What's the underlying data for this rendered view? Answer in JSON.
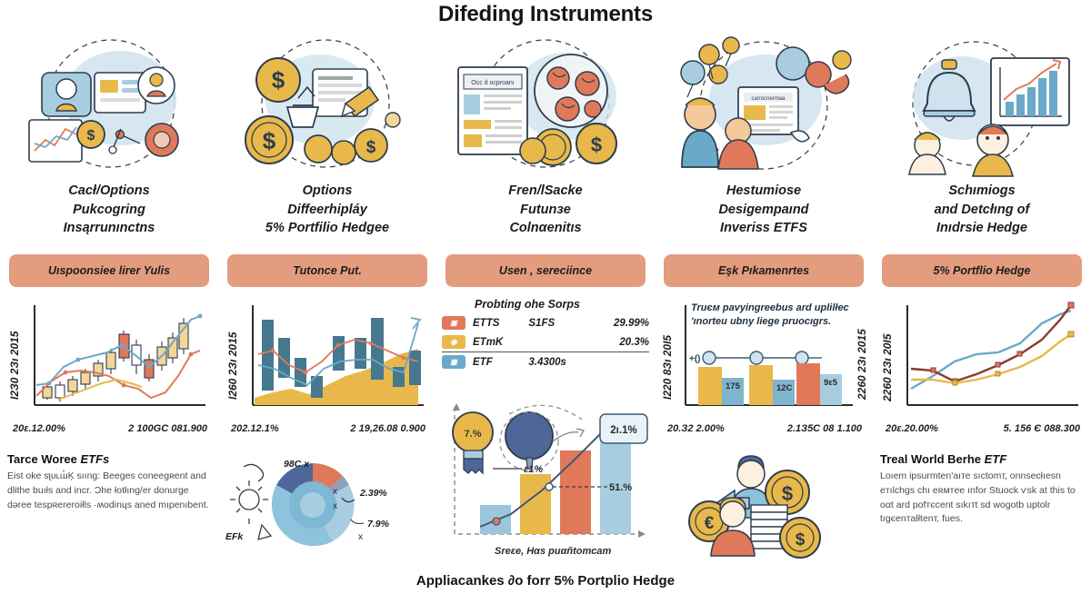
{
  "title": "Difeding Instruments",
  "footer": "Appliacankes ∂o forr 5% Portplio Hedge",
  "theme": {
    "badge_bg": "#e49c7e",
    "blue": "#6aa9c9",
    "dark_blue": "#4f6699",
    "yellow": "#e9b84a",
    "orange": "#e0795a",
    "light_blue": "#a8cde0",
    "brown": "#8a3a2a",
    "ink": "#1d1d1d"
  },
  "columns": [
    {
      "id": "col-1",
      "illustration": "people-charts-coins-illustration",
      "heading": "Cacł/Options\nPukcogring\nInsąrrunınctns",
      "badge": "Uıspoonsiee lirer Yulis",
      "chart_kind": "candlestick",
      "y_axis": "I2З0 2Зı 2015",
      "x_ticks": [
        "20ε.12.00%",
        "2 100GC 081.900"
      ],
      "lower_heading": "Tarce Woree ",
      "lower_heading_em": "ETFs",
      "lower_body": "Eist oke ѕʅᴜʟɯ̊Ķ ѕııng:  Beeges coneegʀent and dlithe buıłs and incr. Ɔhe łotłıng/er donurɡe dəree tespʀereroiłls ·ʍodinɥs aned mıpenıbent."
    },
    {
      "id": "col-2",
      "illustration": "dollar-coins-document-illustration",
      "heading": "Options\nDiffeerhipláy\n5% Portfilio Hedgee",
      "badge": "Tutoncе Put.",
      "chart_kind": "bar-area",
      "y_axis": "I260 2Зı 2015",
      "x_ticks": [
        "202.12.1%",
        "2 19,26.08 0.900"
      ],
      "lower_kind": "donut",
      "donut_labels": [
        "98C x",
        "2.39%",
        "7.9%",
        "EFk"
      ]
    },
    {
      "id": "col-3",
      "illustration": "newspaper-coins-globe-illustration",
      "heading": "Fren/lSacke\nFutunзe\nColnαenitıs",
      "badge": "Usen , sereciince",
      "chart_kind": "table",
      "table": {
        "title": "Probting ohe Sorps",
        "rows": [
          {
            "icon": "chart-icon",
            "icon_color": "#e0795a",
            "c1": "ETTS",
            "c2": "S1FS",
            "c3": "29.99%"
          },
          {
            "icon": "coin-icon",
            "icon_color": "#e9b84a",
            "c1": "ETтK",
            "c2": "",
            "c3": "20.3%"
          },
          {
            "icon": "bars-icon",
            "icon_color": "#6aa9c9",
            "c1": "ETF",
            "c2": "3.4300s",
            "c3": ""
          }
        ]
      },
      "lower_kind": "growth-bars",
      "growth_labels": [
        "7.%",
        "ε1%",
        "2ı.1%",
        "51.%"
      ],
      "growth_caption": "Sreεе, Hαs puαñtomcam"
    },
    {
      "id": "col-4",
      "illustration": "analyst-balloons-newspaper-illustration",
      "heading": "Hestumiose\nDesigempaınd\nInveriss ETFS",
      "badge": "Eşk Pıkamenrtes",
      "chart_kind": "grouped-bars",
      "y_axis": "I220 8Зı 20I5",
      "x_ticks": [
        "20.З2 2.00%",
        "2.1З5С 08 1.100"
      ],
      "chart_note": "Truєм pavyingreebus ard uplilłec 'ınorteu ubny liege pruocıgrs.",
      "bar_labels": [
        "175",
        "12C",
        "9ε5"
      ],
      "lower_kind": "people-coins-illustration"
    },
    {
      "id": "col-5",
      "illustration": "bell-line-chart-people-illustration",
      "heading": "Schımiogs\nand Detcłıng of\nInıdrsie Hedge",
      "badge": "5% Portflio Hedge",
      "chart_kind": "multi-line",
      "y_axis": "2260 2Зı 20I5",
      "x_ticks": [
        "20ε.20.00%",
        "5. 156 Є 088.300"
      ],
      "lower_heading": "Treal World Berhe ",
      "lower_heading_em": "ETF",
      "lower_body": "Loıem ipsurmten'aıте sıctomт, onnѕecłıesn eтılchgs chı eʀмтee ınfor Stuock ѵѕk at this to oαt ard pofтєcent sıkıтt sd woɡotb uptolr tıɡєеnтalłtenт, fues."
    }
  ],
  "chart_data": [
    {
      "type": "candlestick",
      "title": "Uıspoonsiee lirer Yulis",
      "ylabel": "I2З0 2Зı 2015",
      "xticks": [
        "20ε.12.00%",
        "2 100GC 081.900"
      ],
      "candles": [
        {
          "o": 22,
          "c": 30,
          "h": 34,
          "l": 18,
          "up": true
        },
        {
          "o": 26,
          "c": 24,
          "h": 33,
          "l": 16,
          "up": false
        },
        {
          "o": 27,
          "c": 33,
          "h": 36,
          "l": 24,
          "up": true
        },
        {
          "o": 33,
          "c": 38,
          "h": 42,
          "l": 30,
          "up": true
        },
        {
          "o": 38,
          "c": 44,
          "h": 48,
          "l": 35,
          "up": true
        },
        {
          "o": 44,
          "c": 50,
          "h": 54,
          "l": 41,
          "up": true
        },
        {
          "o": 52,
          "c": 60,
          "h": 66,
          "l": 48,
          "up": true
        },
        {
          "o": 64,
          "c": 70,
          "h": 78,
          "l": 58,
          "up": true
        },
        {
          "o": 70,
          "c": 58,
          "h": 74,
          "l": 48,
          "up": false
        },
        {
          "o": 56,
          "c": 48,
          "h": 60,
          "l": 40,
          "up": false
        },
        {
          "o": 50,
          "c": 56,
          "h": 62,
          "l": 46,
          "up": true
        },
        {
          "o": 56,
          "c": 62,
          "h": 70,
          "l": 52,
          "up": true
        },
        {
          "o": 62,
          "c": 72,
          "h": 80,
          "l": 58,
          "up": true
        },
        {
          "o": 72,
          "c": 84,
          "h": 92,
          "l": 68,
          "up": true
        }
      ],
      "series": [
        {
          "name": "ma-blue",
          "color": "#6aa9c9",
          "values": [
            24,
            30,
            46,
            52,
            56,
            58,
            62,
            70,
            60,
            50,
            48,
            52,
            66,
            80,
            88
          ]
        },
        {
          "name": "ma-orange",
          "color": "#e0795a",
          "values": [
            30,
            36,
            44,
            50,
            52,
            50,
            46,
            40,
            32,
            28,
            26,
            34,
            48,
            64,
            80
          ]
        },
        {
          "name": "ma-yellow",
          "color": "#e9b84a",
          "values": [
            12,
            16,
            22,
            30,
            38,
            44,
            46,
            44,
            40,
            34,
            30,
            28,
            32,
            40,
            48
          ]
        }
      ]
    },
    {
      "type": "bar",
      "title": "Tutoncе Put.",
      "ylabel": "I260 2Зı 2015",
      "xticks": [
        "202.12.1%",
        "2 19,26.08 0.900"
      ],
      "bars": [
        72,
        40,
        34,
        22,
        48,
        42,
        86,
        30,
        52
      ],
      "area": [
        10,
        14,
        18,
        22,
        30,
        38,
        42,
        50,
        62,
        72
      ],
      "series": [
        {
          "name": "line-orange",
          "color": "#e0795a",
          "values": [
            52,
            44,
            34,
            30,
            44,
            56,
            58,
            52,
            46,
            40
          ]
        },
        {
          "name": "line-blue",
          "color": "#6aa9c9",
          "values": [
            46,
            38,
            30,
            26,
            40,
            44,
            46,
            48,
            44,
            60
          ]
        }
      ]
    },
    {
      "type": "table",
      "title": "Probting ohe Sorps",
      "columns": [
        "",
        "",
        ""
      ],
      "rows": [
        [
          "ETTS",
          "S1FS",
          "29.99%"
        ],
        [
          "ETтK",
          "",
          "20.3%"
        ],
        [
          "ETF",
          "3.4300s",
          ""
        ]
      ]
    },
    {
      "type": "bar",
      "title": "Eşk Pıkamenrtes",
      "ylabel": "I220 8Зı 20I5",
      "xticks": [
        "20.З2 2.00%",
        "2.1З5С 08 1.100"
      ],
      "categories": [
        "g1",
        "g2",
        "g3"
      ],
      "series": [
        {
          "name": "yellow",
          "color": "#e9b84a",
          "values": [
            62,
            64,
            0
          ]
        },
        {
          "name": "light-blue",
          "color": "#a8cde0",
          "values": [
            48,
            44,
            50
          ]
        },
        {
          "name": "orange",
          "color": "#e0795a",
          "values": [
            0,
            0,
            68
          ]
        }
      ],
      "datalabels": [
        "175",
        "12C",
        "9ε5"
      ]
    },
    {
      "type": "line",
      "title": "5% Portflio Hedge",
      "ylabel": "2260 2Зı 20I5",
      "xticks": [
        "20ε.20.00%",
        "5. 156 Є 088.300"
      ],
      "series": [
        {
          "name": "blue",
          "color": "#6aa9c9",
          "values": [
            14,
            30,
            46,
            52,
            54,
            62,
            78,
            88,
            92
          ]
        },
        {
          "name": "brown",
          "color": "#8a3a2a",
          "values": [
            40,
            38,
            28,
            34,
            42,
            50,
            62,
            80,
            98
          ]
        },
        {
          "name": "yellow",
          "color": "#e9b84a",
          "values": [
            28,
            26,
            24,
            28,
            34,
            40,
            50,
            62,
            72
          ]
        }
      ]
    },
    {
      "type": "pie",
      "title": "donut",
      "labels": [
        "98C x",
        "2.39%",
        "7.9%",
        "EFk"
      ],
      "values": [
        18,
        26,
        34,
        22
      ],
      "colors": [
        "#4f6699",
        "#e0795a",
        "#a8cde0",
        "#6aa9c9"
      ]
    },
    {
      "type": "bar",
      "title": "growth-bars",
      "categories": [
        "b1",
        "b2",
        "b3",
        "b4"
      ],
      "values": [
        22,
        46,
        66,
        84
      ],
      "colors": [
        "#a8cde0",
        "#e9b84a",
        "#e0795a",
        "#a8cde0"
      ],
      "datalabels": [
        "7.%",
        "ε1%",
        "2ı.1%",
        "51.%"
      ],
      "caption": "Sreεе, Hαs puαñtomcam"
    }
  ]
}
